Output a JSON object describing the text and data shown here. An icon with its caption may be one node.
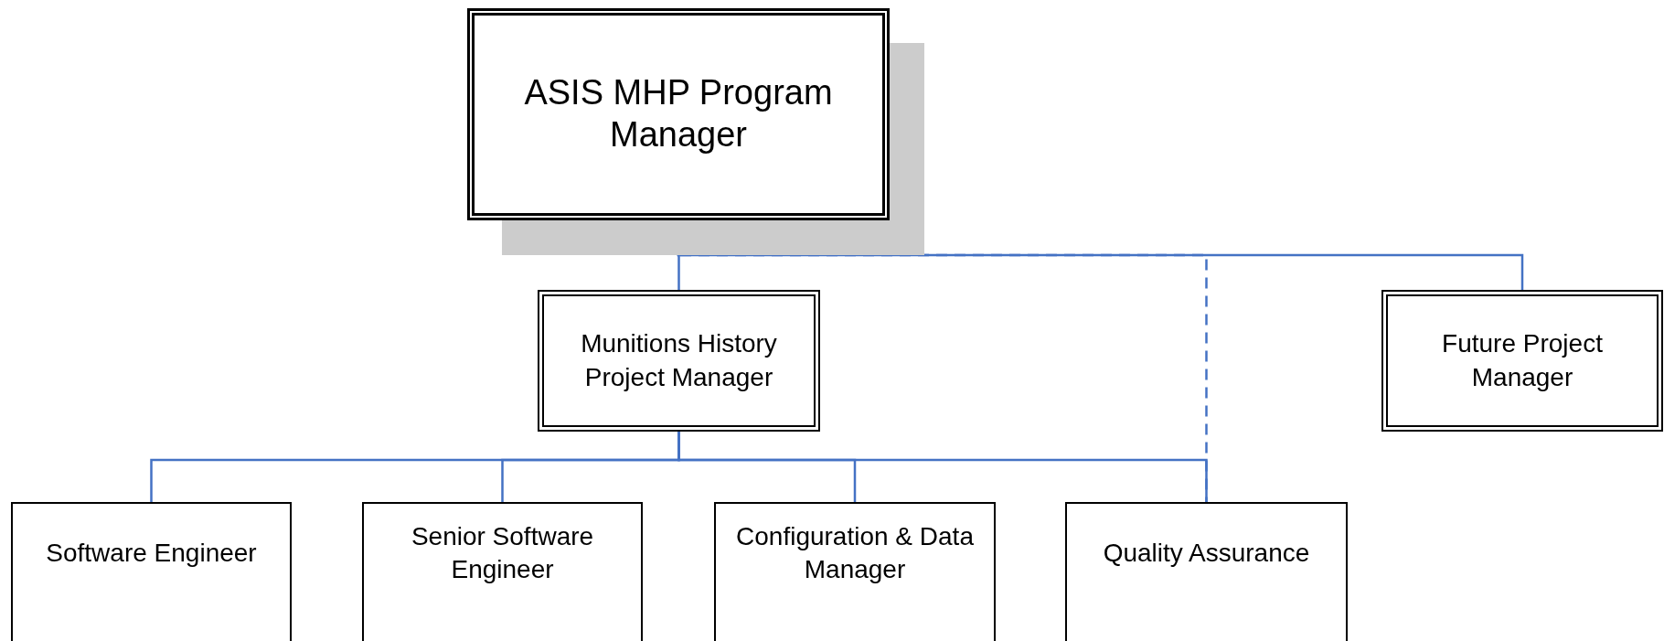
{
  "diagram": {
    "nodes": [
      {
        "text": [
          "ASIS MHP Program Manager"
        ]
      },
      {
        "text": [
          "Munitions History Project Manager"
        ]
      },
      {
        "text": [
          "Future Project Manager"
        ]
      },
      {
        "text": [
          "Software Engineer"
        ]
      },
      {
        "text": [
          "Senior Software Engineer"
        ]
      },
      {
        "text": [
          "Configuration & Data Manager"
        ]
      },
      {
        "text": [
          "Quality Assurance"
        ]
      }
    ],
    "edges": [
      {
        "from": 0,
        "to": 1,
        "arrow": "none"
      },
      {
        "from": 0,
        "to": 2,
        "arrow": "none"
      },
      {
        "from": 0,
        "to": 6,
        "arrow": "none",
        "style": "dashed"
      },
      {
        "from": 1,
        "to": 3,
        "arrow": "none"
      },
      {
        "from": 1,
        "to": 4,
        "arrow": "none"
      },
      {
        "from": 1,
        "to": 5,
        "arrow": "none"
      },
      {
        "from": 1,
        "to": 6,
        "arrow": "none"
      }
    ]
  }
}
